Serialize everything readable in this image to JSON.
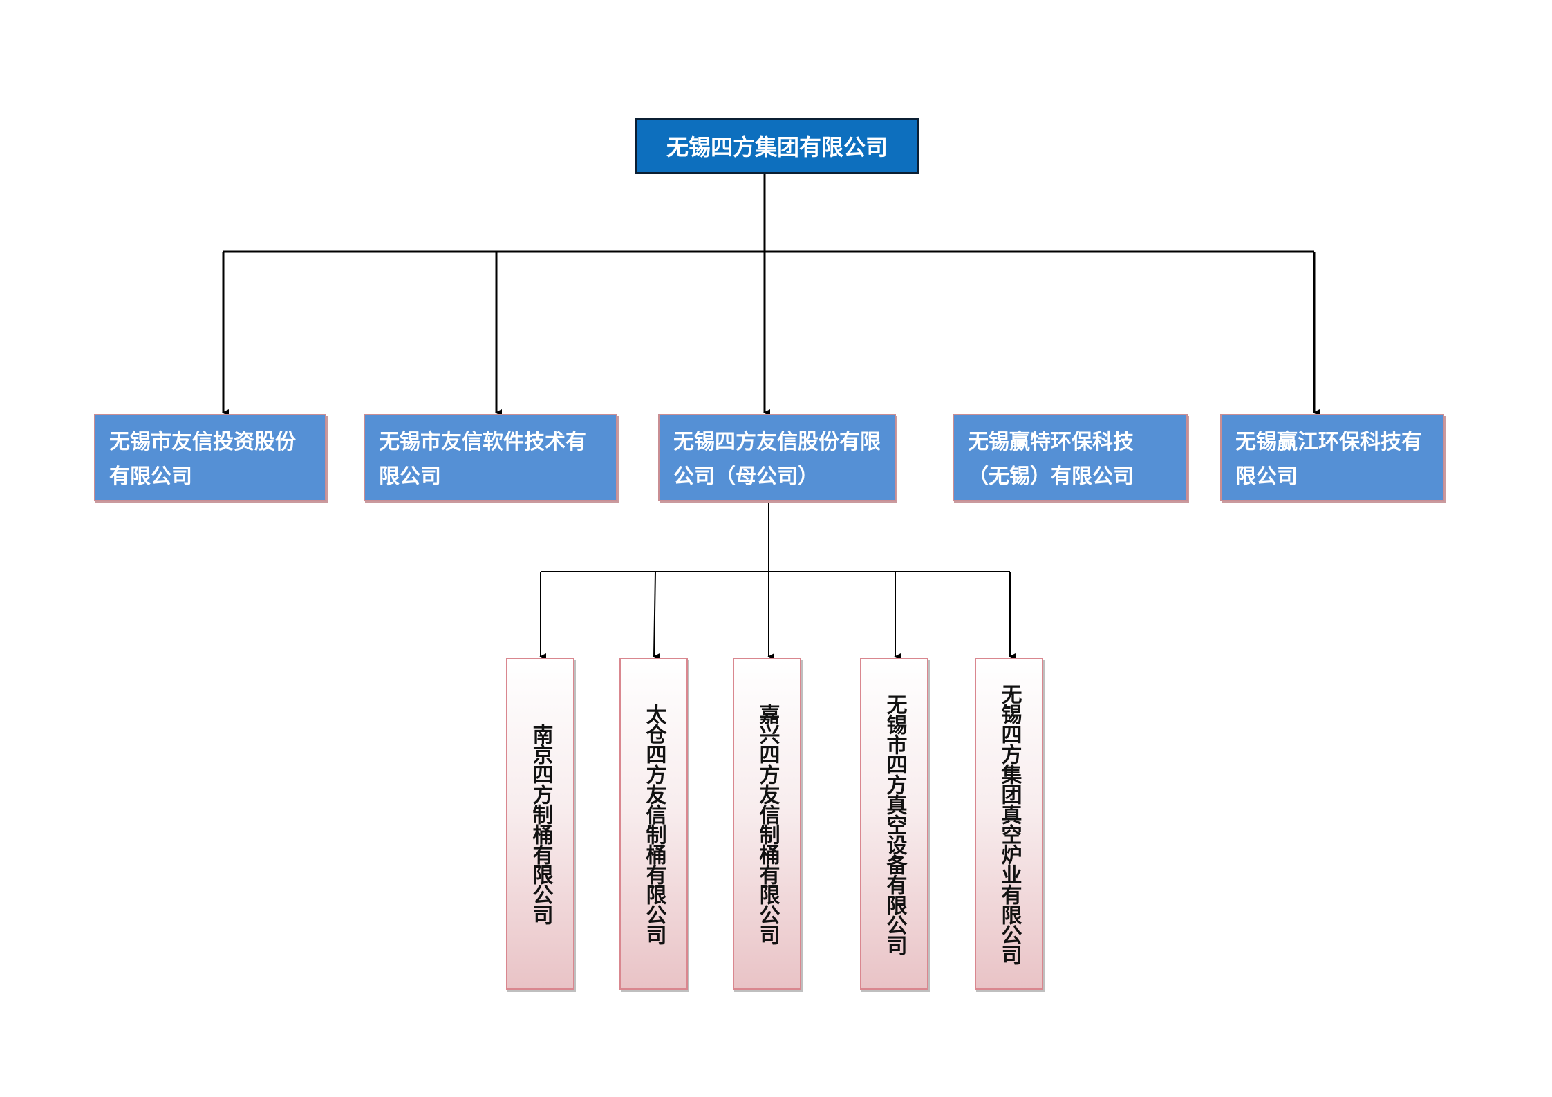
{
  "root": {
    "label": "无锡四方集团有限公司"
  },
  "subsidiaries": [
    {
      "label": "无锡市友信投资股份有限公司"
    },
    {
      "label": "无锡市友信软件技术有限公司"
    },
    {
      "label": "无锡四方友信股份有限公司（母公司）"
    },
    {
      "label": "无锡赢特环保科技（无锡）有限公司"
    },
    {
      "label": "无锡赢江环保科技有限公司"
    }
  ],
  "sub_subsidiaries": [
    {
      "label": "南京四方制桶有限公司"
    },
    {
      "label": "太仓四方友信制桶有限公司"
    },
    {
      "label": "嘉兴四方友信制桶有限公司"
    },
    {
      "label": "无锡市四方真空设备有限公司"
    },
    {
      "label": "无锡四方集团真空炉业有限公司"
    }
  ],
  "colors": {
    "root_fill": "#0D6FBE",
    "mid_fill": "#5590D5",
    "leaf_fill_bottom": "#E9C3C6",
    "leaf_border": "#D9878F",
    "connector": "#000000"
  }
}
